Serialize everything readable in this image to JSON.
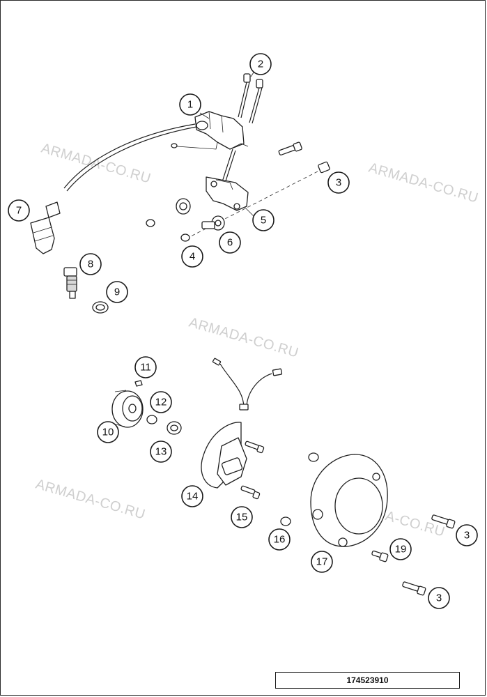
{
  "drawing_number": "174523910",
  "watermark_text": "ARMADA-CO.RU",
  "callouts": [
    {
      "id": "callout-1",
      "label": "1"
    },
    {
      "id": "callout-2",
      "label": "2"
    },
    {
      "id": "callout-3-top",
      "label": "3"
    },
    {
      "id": "callout-4",
      "label": "4"
    },
    {
      "id": "callout-5",
      "label": "5"
    },
    {
      "id": "callout-6",
      "label": "6"
    },
    {
      "id": "callout-7",
      "label": "7"
    },
    {
      "id": "callout-8",
      "label": "8"
    },
    {
      "id": "callout-9",
      "label": "9"
    },
    {
      "id": "callout-10",
      "label": "10"
    },
    {
      "id": "callout-11",
      "label": "11"
    },
    {
      "id": "callout-12",
      "label": "12"
    },
    {
      "id": "callout-13",
      "label": "13"
    },
    {
      "id": "callout-14",
      "label": "14"
    },
    {
      "id": "callout-15",
      "label": "15"
    },
    {
      "id": "callout-16",
      "label": "16"
    },
    {
      "id": "callout-17",
      "label": "17"
    },
    {
      "id": "callout-19",
      "label": "19"
    },
    {
      "id": "callout-3-mid",
      "label": "3"
    },
    {
      "id": "callout-3-bottom",
      "label": "3"
    }
  ]
}
